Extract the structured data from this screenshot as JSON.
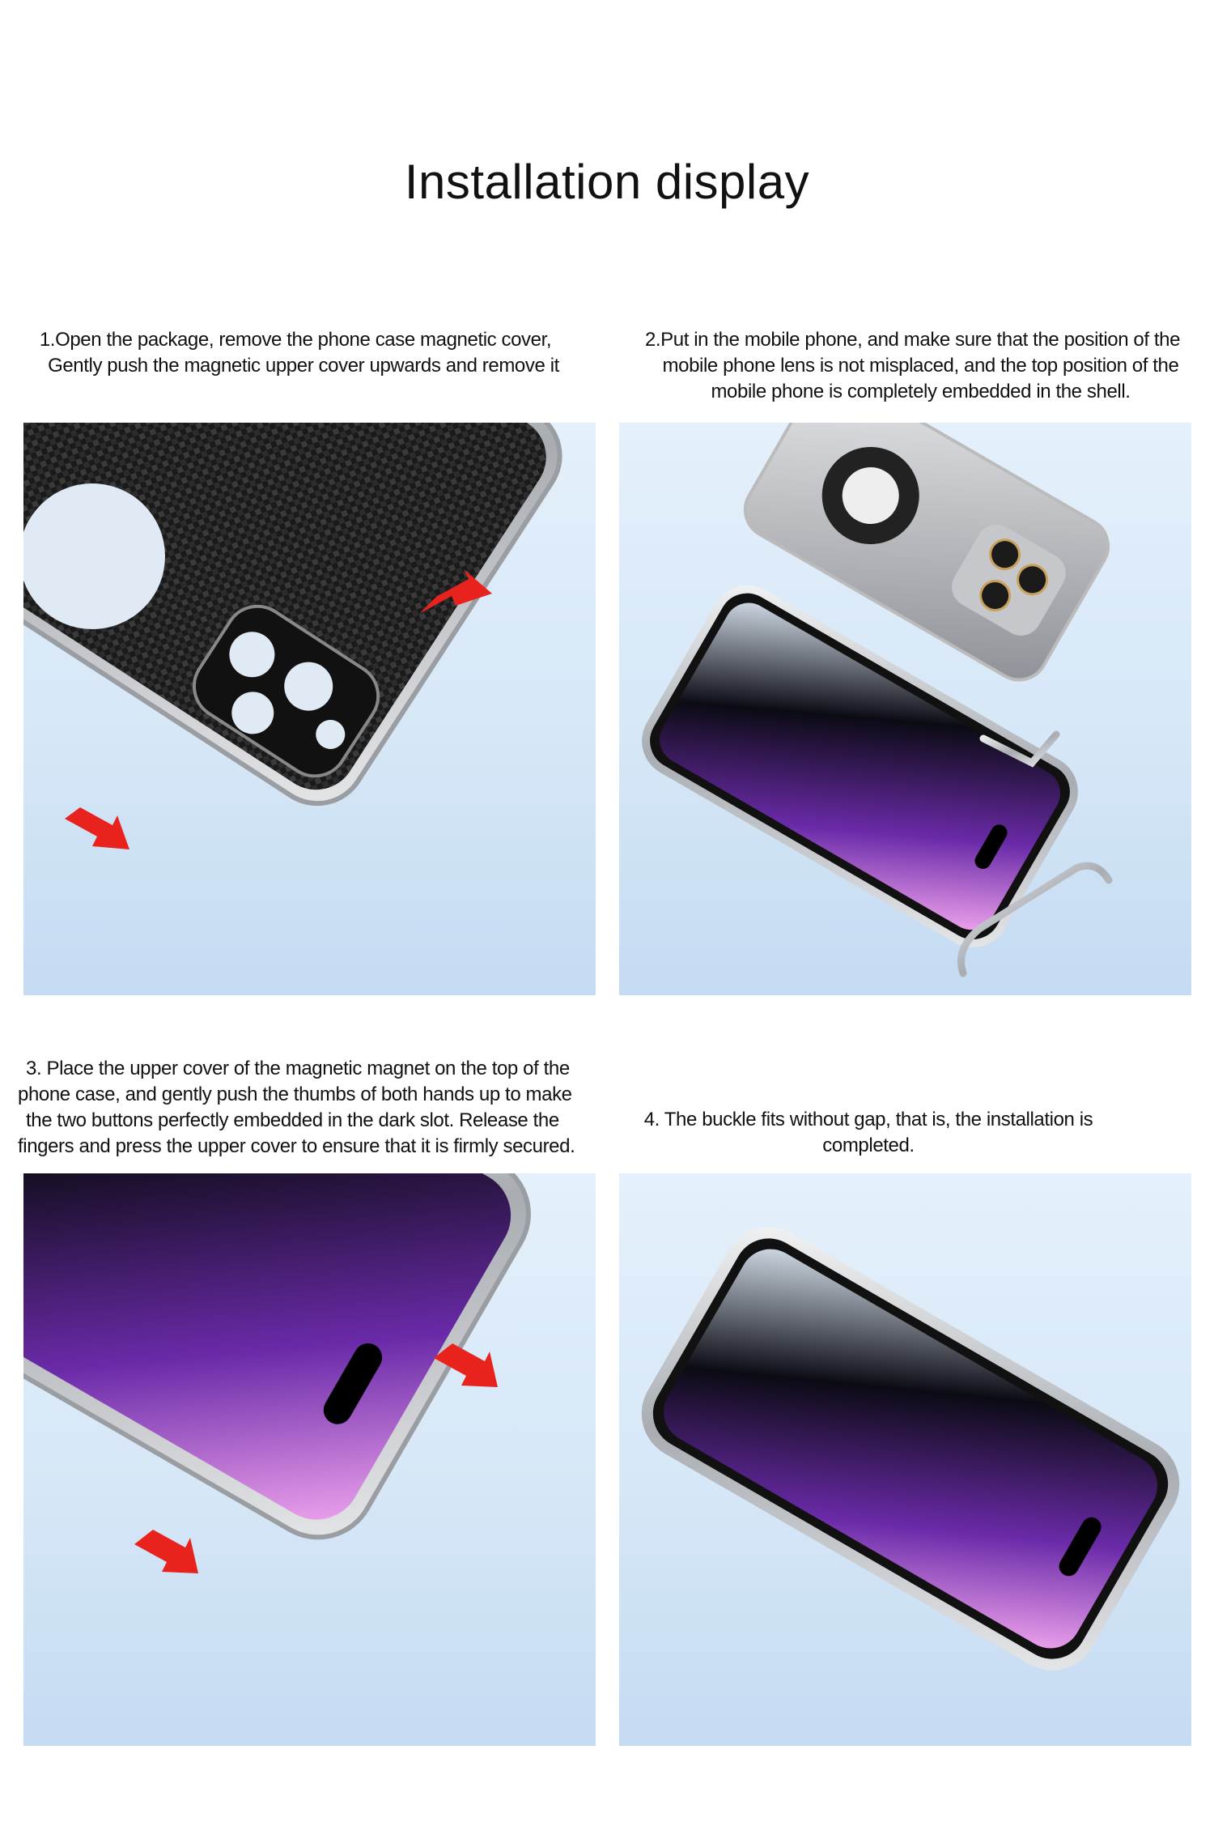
{
  "title": "Installation display",
  "steps": [
    {
      "lines": [
        "1.Open the package, remove the phone case magnetic cover,",
        "Gently push the magnetic upper cover upwards and remove it"
      ]
    },
    {
      "lines": [
        "2.Put in the mobile phone, and make sure that the position of the",
        "mobile phone lens is not misplaced, and the top position of the",
        "mobile phone is completely embedded in the shell."
      ]
    },
    {
      "lines": [
        "3.  Place the upper cover of the magnetic magnet on the top of the",
        "phone case, and gently push the thumbs of both hands up to make",
        "the two buttons perfectly embedded in the dark slot. Release the",
        "fingers and press the upper cover to ensure that it is firmly secured."
      ]
    },
    {
      "lines": [
        "4. The buckle fits without gap, that is, the installation is",
        "completed."
      ]
    }
  ],
  "colors": {
    "panel_top": "#e4f0fb",
    "panel_bottom": "#c4dbf2",
    "arrow": "#e8231e",
    "frame": "#c8cacd",
    "screen_purple": "#b04be0"
  }
}
